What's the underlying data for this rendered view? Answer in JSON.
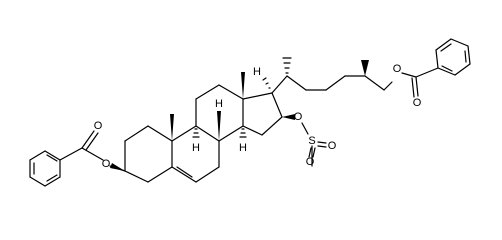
{
  "structure": {
    "atom_labels": {
      "ester_o_left": "O",
      "carbonyl_o_left": "O",
      "ester_o_right": "O",
      "carbonyl_o_right": "O",
      "mesyl_o_ring": "O",
      "sulfur": "S",
      "sulfonyl_o_right": "O",
      "sulfonyl_o_bottom": "O",
      "h_c9": "H",
      "h_c8": "H",
      "h_c14": "H",
      "h_c17": "H"
    }
  }
}
